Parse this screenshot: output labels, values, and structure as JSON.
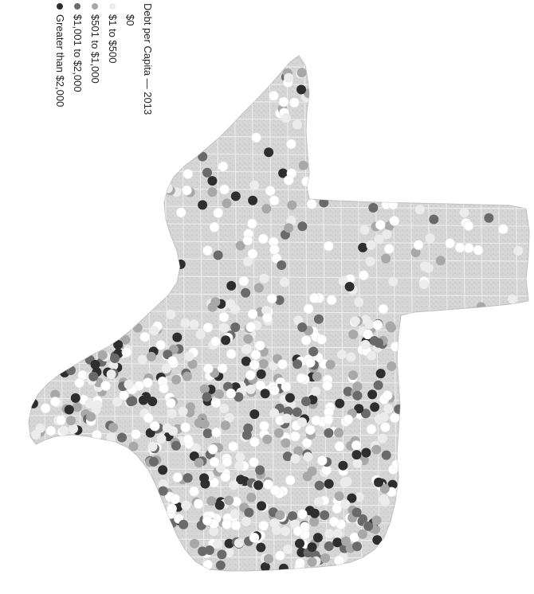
{
  "legend": {
    "title": "Debt per Capita — 2013",
    "items": [
      {
        "label": "$0",
        "color": "#ffffff"
      },
      {
        "label": "$1 to $500",
        "color": "#ececec"
      },
      {
        "label": "$501 to $1,000",
        "color": "#a8a8a8"
      },
      {
        "label": "$1,001 to $2,000",
        "color": "#6a6a6a"
      },
      {
        "label": "Greater than $2,000",
        "color": "#2e2e2e"
      }
    ]
  },
  "colors": {
    "region_fill": "#d4d4d4",
    "road_lines": "#efefef"
  }
}
